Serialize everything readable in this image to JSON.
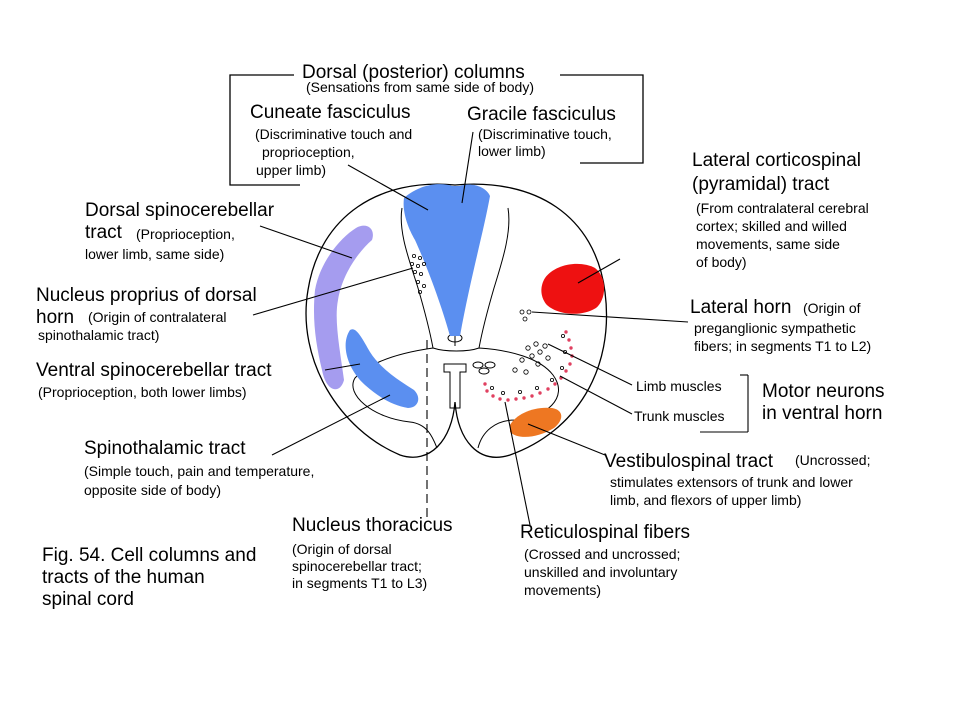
{
  "labels": {
    "dorsal_columns": {
      "title": "Dorsal (posterior) columns",
      "desc": "(Sensations from same side of body)"
    },
    "cuneate": {
      "title": "Cuneate fasciculus",
      "desc": [
        "(Discriminative touch and",
        "proprioception,",
        "upper limb)"
      ]
    },
    "gracile": {
      "title": "Gracile fasciculus",
      "desc": [
        "(Discriminative touch,",
        "lower limb)"
      ]
    },
    "lateral_corticospinal": {
      "title": [
        "Lateral corticospinal",
        "(pyramidal) tract"
      ],
      "desc": [
        "(From contralateral cerebral",
        "cortex; skilled and willed",
        "movements, same side",
        "of body)"
      ]
    },
    "dorsal_spinocerebellar": {
      "title": [
        "Dorsal spinocerebellar",
        "tract"
      ],
      "desc_inline": "(Proprioception,",
      "desc": "lower limb, same side)"
    },
    "nucleus_proprius": {
      "title": [
        "Nucleus proprius of dorsal",
        "horn"
      ],
      "desc_inline": "(Origin of contralateral",
      "desc": "spinothalamic tract)"
    },
    "lateral_horn": {
      "title": "Lateral horn",
      "desc_inline": "(Origin of",
      "desc": [
        "preganglionic sympathetic",
        "fibers; in segments T1 to L2)"
      ]
    },
    "ventral_spinocerebellar": {
      "title": "Ventral spinocerebellar tract",
      "desc": "(Proprioception, both lower limbs)"
    },
    "limb_muscles": "Limb muscles",
    "trunk_muscles": "Trunk muscles",
    "motor_neurons": [
      "Motor neurons",
      "in ventral horn"
    ],
    "spinothalamic": {
      "title": "Spinothalamic tract",
      "desc": [
        "(Simple touch, pain and temperature,",
        "opposite side of body)"
      ]
    },
    "vestibulospinal": {
      "title": "Vestibulospinal tract",
      "desc_inline": "(Uncrossed;",
      "desc": [
        "stimulates extensors of trunk and lower",
        "limb, and flexors of upper limb)"
      ]
    },
    "nucleus_thoracicus": {
      "title": "Nucleus thoracicus",
      "desc": [
        "(Origin of dorsal",
        "spinocerebellar tract;",
        "in segments T1 to L3)"
      ]
    },
    "reticulospinal": {
      "title": "Reticulospinal fibers",
      "desc": [
        "(Crossed and uncrossed;",
        "unskilled and involuntary",
        "movements)"
      ]
    },
    "caption": [
      "Fig. 54.  Cell columns and",
      "tracts of  the human",
      "spinal cord"
    ]
  },
  "colors": {
    "dorsal_columns": "#5b8ff0",
    "dorsal_spinocerebellar": "#a59cef",
    "ventral_spinocerebellar": "#a59cef",
    "spinothalamic": "#5b8ff0",
    "lateral_corticospinal": "#ee1111",
    "vestibulospinal": "#ee7722",
    "reticulospinal_dots": "#e04060"
  }
}
